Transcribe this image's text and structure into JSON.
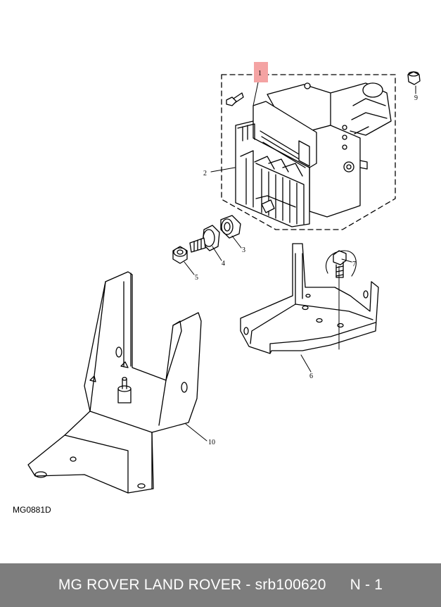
{
  "diagram": {
    "reference_code": "MG0881D",
    "highlight_color": "#f4a3a3",
    "callouts": {
      "c1": "1",
      "c2": "2",
      "c3": "3",
      "c4": "4",
      "c5": "5",
      "c6": "6",
      "c7": "7",
      "c9": "9",
      "c10": "10"
    }
  },
  "footer": {
    "brand": "MG ROVER LAND ROVER",
    "separator": " - ",
    "part_number": "srb100620",
    "position": "N - 1",
    "background": "#7d7d7d"
  }
}
